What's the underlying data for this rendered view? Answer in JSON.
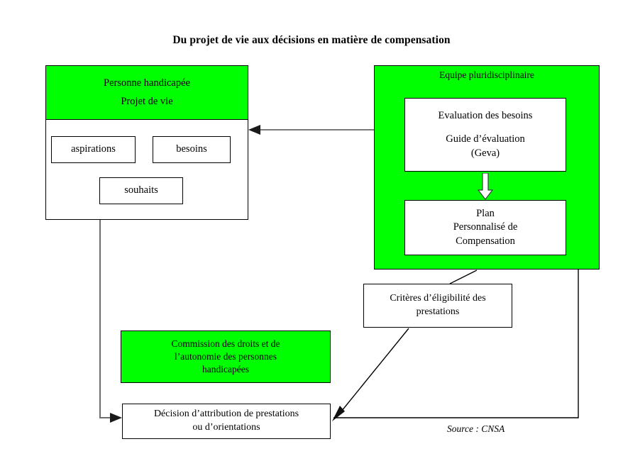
{
  "title": "Du projet de vie aux décisions en matière de compensation",
  "colors": {
    "green": "#00ff00",
    "white": "#ffffff",
    "outline": "#000000",
    "arrow_gray": "#7a7a7a"
  },
  "left_panel": {
    "header_line1": "Personne handicapée",
    "header_line2": "Projet de vie",
    "items": [
      {
        "label": "aspirations"
      },
      {
        "label": "besoins"
      },
      {
        "label": "souhaits"
      }
    ]
  },
  "right_panel": {
    "title": "Equipe pluridisciplinaire",
    "evaluation": {
      "line1": "Evaluation des besoins",
      "line2": "Guide d’évaluation",
      "line3": "(Geva)"
    },
    "plan": {
      "line1": "Plan",
      "line2": "Personnalisé de",
      "line3": "Compensation"
    }
  },
  "criteres": {
    "line1": "Critères d’éligibilité des",
    "line2": "prestations"
  },
  "commission": {
    "line1": "Commission des droits et de",
    "line2": "l’autonomie des personnes",
    "line3": "handicapées"
  },
  "decision": {
    "line1": "Décision d’attribution de prestations",
    "line2": "ou d’orientations"
  },
  "source": "Source : CNSA",
  "connectors": [
    {
      "name": "person-to-team-double-arrow",
      "from": "left-panel",
      "to": "right-panel",
      "style": "double-headed",
      "color": "#7a7a7a"
    },
    {
      "name": "evaluation-to-plan-arrow",
      "from": "evaluation-box",
      "to": "plan-box",
      "style": "hollow-block",
      "color": "#ffffff"
    },
    {
      "name": "team-to-criteres-line",
      "from": "right-panel",
      "to": "criteres-box",
      "style": "plain-diagonal",
      "color": "#000000"
    },
    {
      "name": "criteres-to-decision-arrow",
      "from": "criteres-box",
      "to": "decision-box",
      "style": "single-headed-diagonal",
      "color": "#000000"
    },
    {
      "name": "evaluation-side-to-decision-line",
      "from": "evaluation-box",
      "to": "decision-box",
      "style": "orthogonal",
      "color": "#000000"
    },
    {
      "name": "person-to-decision-arrow",
      "from": "left-panel",
      "to": "decision-box",
      "style": "orthogonal-single-headed",
      "color": "#7a7a7a"
    }
  ]
}
